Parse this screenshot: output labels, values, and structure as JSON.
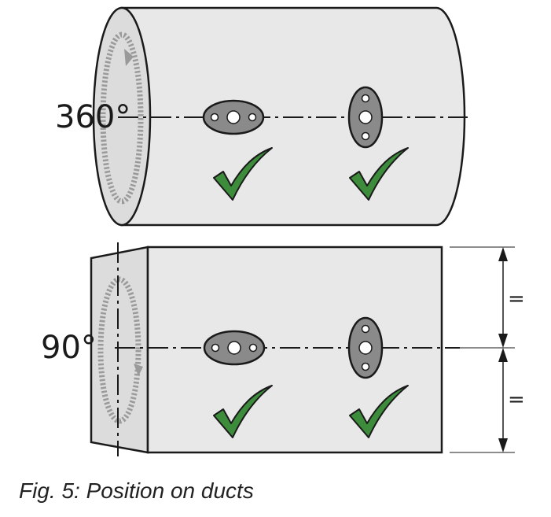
{
  "figure": {
    "caption": "Fig. 5: Position on ducts"
  },
  "round_duct": {
    "angle_label": "360°",
    "positions": [
      {
        "orientation": "horizontal",
        "status": "allowed"
      },
      {
        "orientation": "vertical",
        "status": "allowed"
      }
    ]
  },
  "rect_duct": {
    "angle_label": "90°",
    "dimension_marks": [
      "=",
      "="
    ],
    "positions": [
      {
        "orientation": "horizontal",
        "status": "allowed"
      },
      {
        "orientation": "vertical",
        "status": "allowed"
      }
    ]
  },
  "colors": {
    "duct_fill": "#e8e8e8",
    "duct_end": "#dcdcdc",
    "device_fill": "#8a8a8a",
    "check_green": "#3c8c3c",
    "line": "#1a1a1a"
  }
}
